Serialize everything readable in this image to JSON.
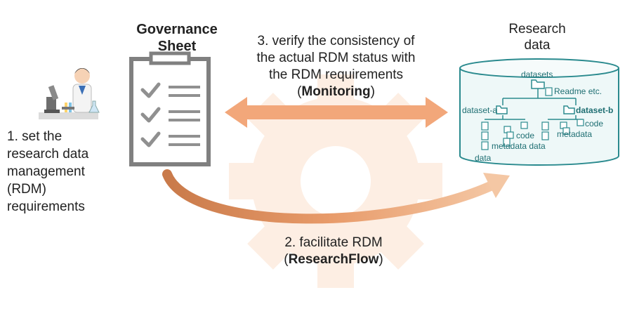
{
  "step1": {
    "lines": [
      "1. set the",
      "research data",
      "management",
      "(RDM)",
      "requirements"
    ]
  },
  "governance": {
    "title_line1": "Governance",
    "title_line2": "Sheet"
  },
  "step3": {
    "line1": "3. verify the consistency of",
    "line2": "the actual RDM status with",
    "line3": "the RDM requirements",
    "open_paren": "(",
    "bold": "Monitoring",
    "close_paren": ")"
  },
  "step2": {
    "line1": "2. facilitate RDM",
    "open_paren": "(",
    "bold": "ResearchFlow",
    "close_paren": ")"
  },
  "research_data": {
    "title_line1": "Research",
    "title_line2": "data",
    "tree": {
      "root": "datasets",
      "readme": "Readme etc.",
      "dataset_a": "dataset-a",
      "dataset_b": "dataset-b",
      "a_code": "code",
      "a_metadata_data": "metadata data",
      "a_data": "data",
      "b_code": "code",
      "b_metadata": "metadata"
    }
  },
  "colors": {
    "arrow_orange": "#f2a77a",
    "gear": "#fdeee3",
    "cylinder_stroke": "#2a8a8e",
    "cylinder_fill": "#eef8f8",
    "clipboard_stroke": "#808080"
  },
  "icons": [
    "scientist-icon",
    "clipboard-checklist-icon",
    "database-cylinder-icon",
    "gear-icon",
    "folder-icon",
    "file-icon"
  ]
}
